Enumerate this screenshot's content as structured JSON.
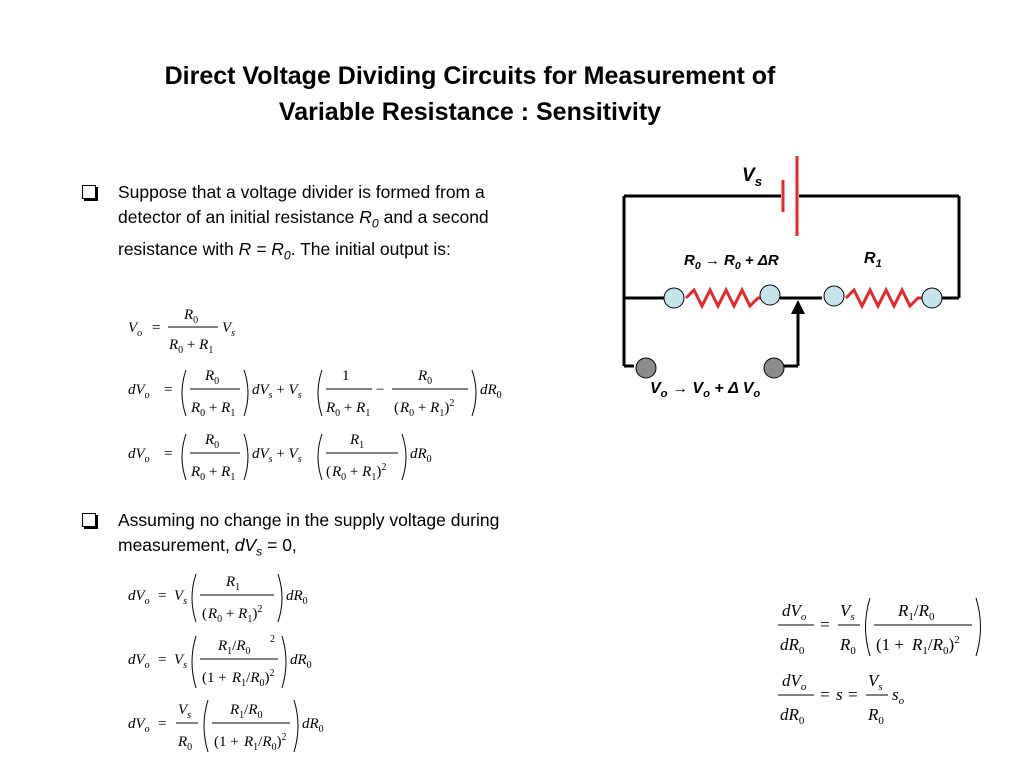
{
  "slide": {
    "title_line1": "Direct Voltage Dividing Circuits for Measurement of",
    "title_line2": "Variable Resistance : Sensitivity"
  },
  "bullets": [
    {
      "part1": "Suppose that a voltage divider is formed from a detector of an initial resistance ",
      "var1": "R",
      "sub1": "0",
      "part2": " and a second resistance with ",
      "var2": "R = R",
      "sub2": "0",
      "part3": ".   The initial output is:"
    },
    {
      "part1": "Assuming no change in the supply voltage during measurement, ",
      "var1": "dV",
      "sub1": "s",
      "part2": " = 0,"
    }
  ],
  "circuit": {
    "vs_label": "V",
    "vs_sub": "s",
    "r0_label": "R",
    "r0_sub": "0",
    "r0_arrow": " → ",
    "r0_to": "R",
    "r0_to_sub": "0",
    "r0_delta": " + ΔR",
    "r1_label": "R",
    "r1_sub": "1",
    "vo_label": "V",
    "vo_sub": "o",
    "vo_arrow": "  → ",
    "vo_to": "V",
    "vo_to_sub": "o",
    "vo_delta": " + Δ V",
    "vo_delta_sub": "o",
    "colors": {
      "wire": "#000000",
      "resistor": "#e8262b",
      "node_blue": "#c5e3ea",
      "node_gray": "#8c8c8c"
    }
  }
}
